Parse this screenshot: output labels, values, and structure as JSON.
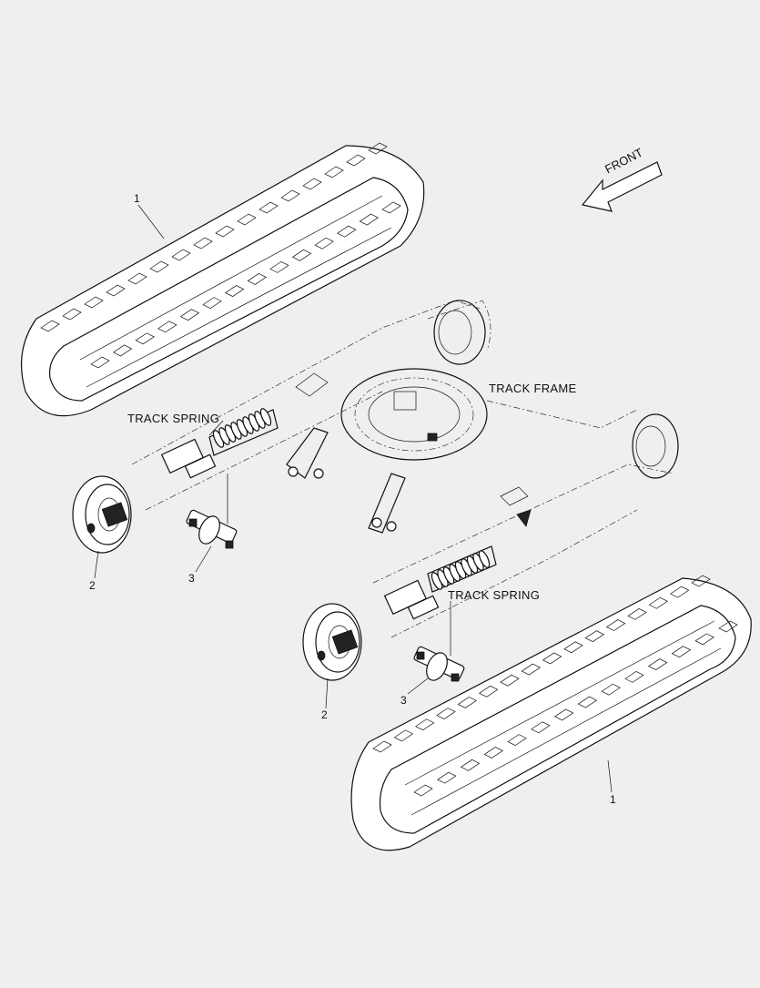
{
  "direction_label": "FRONT",
  "part_names": {
    "track_frame": "TRACK  FRAME",
    "track_spring_upper": "TRACK SPRING",
    "track_spring_lower": "TRACK SPRING"
  },
  "callouts": {
    "track_upper": "1",
    "track_lower": "1",
    "idler_upper": "2",
    "idler_lower": "2",
    "roller_upper": "3",
    "roller_lower": "3"
  }
}
